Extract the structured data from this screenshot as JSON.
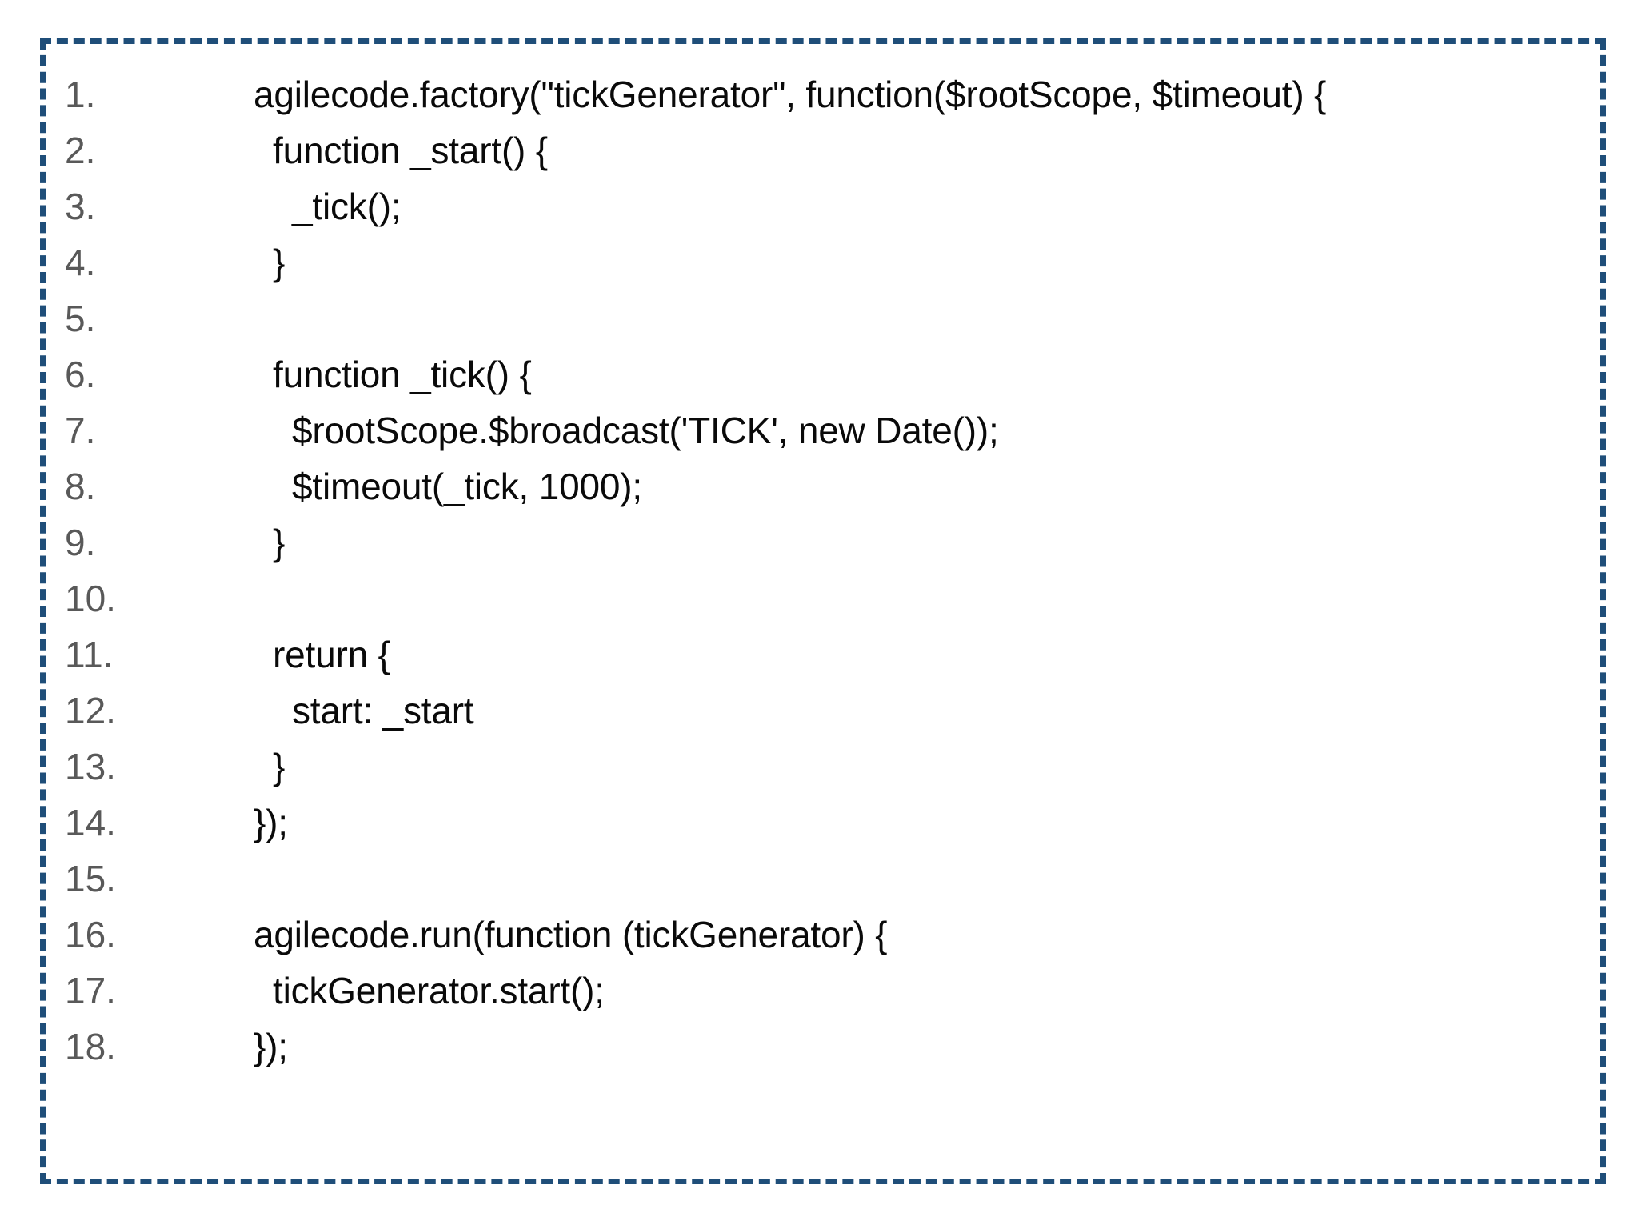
{
  "slide": {
    "background_color": "#FFFFFF",
    "frame_border_color": "#1F4E79",
    "frame_border_style": "dashed",
    "line_number_color": "#595959",
    "code_text_color": "#0A0A0A"
  },
  "code": {
    "language": "javascript",
    "lines": [
      {
        "number": "1.",
        "indent": 0,
        "text": "agilecode.factory(\"tickGenerator\", function($rootScope, $timeout) {"
      },
      {
        "number": "2.",
        "indent": 1,
        "text": "function _start() {"
      },
      {
        "number": "3.",
        "indent": 2,
        "text": "_tick();"
      },
      {
        "number": "4.",
        "indent": 1,
        "text": "}"
      },
      {
        "number": "5.",
        "indent": 0,
        "text": ""
      },
      {
        "number": "6.",
        "indent": 1,
        "text": "function _tick() {"
      },
      {
        "number": "7.",
        "indent": 2,
        "text": "$rootScope.$broadcast('TICK', new Date());"
      },
      {
        "number": "8.",
        "indent": 2,
        "text": "$timeout(_tick, 1000);"
      },
      {
        "number": "9.",
        "indent": 1,
        "text": "}"
      },
      {
        "number": "10.",
        "indent": 0,
        "text": ""
      },
      {
        "number": "11.",
        "indent": 1,
        "text": "return {"
      },
      {
        "number": "12.",
        "indent": 2,
        "text": "start: _start"
      },
      {
        "number": "13.",
        "indent": 1,
        "text": "}"
      },
      {
        "number": "14.",
        "indent": 0,
        "text": "});"
      },
      {
        "number": "15.",
        "indent": 0,
        "text": ""
      },
      {
        "number": "16.",
        "indent": 0,
        "text": "agilecode.run(function (tickGenerator) {"
      },
      {
        "number": "17.",
        "indent": 1,
        "text": "tickGenerator.start();"
      },
      {
        "number": "18.",
        "indent": 0,
        "text": "});"
      }
    ]
  }
}
